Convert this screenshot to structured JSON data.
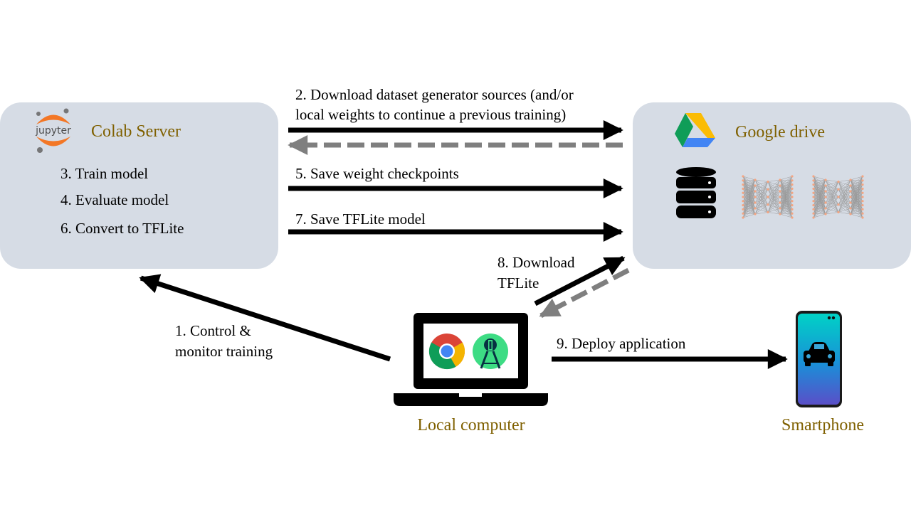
{
  "colors": {
    "panel": "#d6dce5",
    "title_text": "#7f6000",
    "arrow_solid": "#000000",
    "arrow_dashed": "#7f7f7f",
    "jupyter_orange": "#f37726",
    "jupyter_gray": "#767677",
    "node_orange": "#f4a582"
  },
  "icons": {
    "jupyter": "jupyter-logo-icon",
    "drive": "google-drive-icon",
    "database": "database-icon",
    "neural_net": "neural-network-icon",
    "laptop": "laptop-icon",
    "chrome": "chrome-icon",
    "android_studio": "android-studio-icon",
    "smartphone": "smartphone-icon",
    "car": "car-icon"
  },
  "colab": {
    "logo_text": "jupyter",
    "title": "Colab Server",
    "steps": [
      "3. Train model",
      "4. Evaluate model",
      "6. Convert to TFLite"
    ]
  },
  "drive": {
    "title": "Google drive"
  },
  "local": {
    "title": "Local computer"
  },
  "phone": {
    "title": "Smartphone"
  },
  "arrows": {
    "download_sources": [
      "2. Download dataset generator sources (and/or",
      "local weights to continue a previous training)"
    ],
    "save_checkpoints": "5. Save weight checkpoints",
    "save_tflite": "7. Save TFLite model",
    "download_tflite": [
      "8. Download",
      "TFLite"
    ],
    "control": [
      "1. Control &",
      "monitor training"
    ],
    "deploy": "9. Deploy application"
  }
}
